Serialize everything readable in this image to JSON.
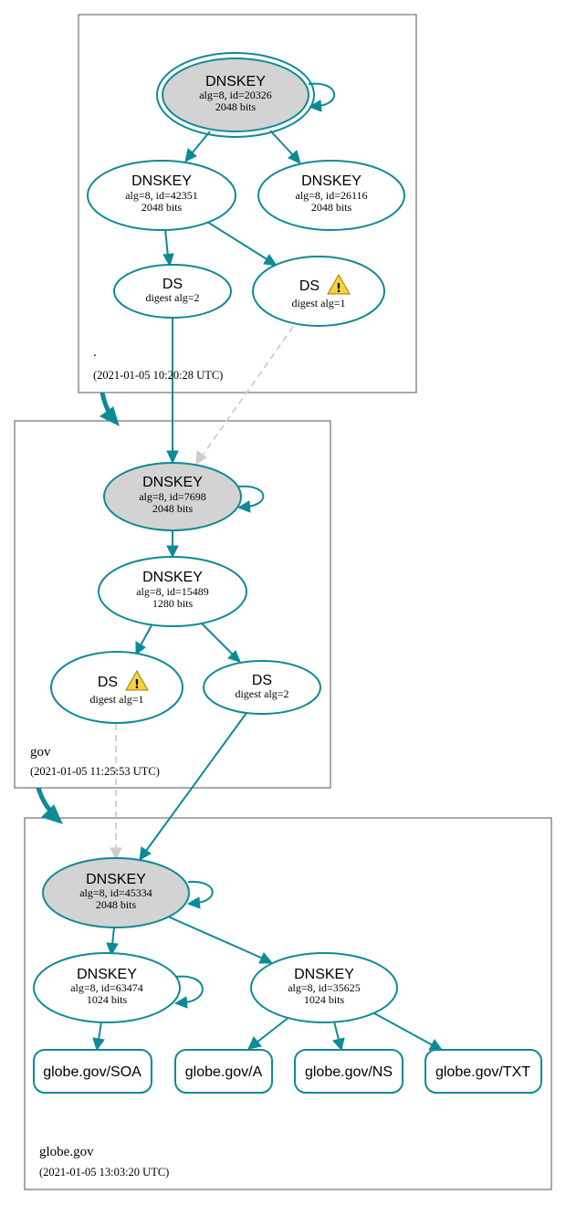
{
  "zones": {
    "root": {
      "name": ".",
      "timestamp": "(2021-01-05 10:20:28 UTC)"
    },
    "gov": {
      "name": "gov",
      "timestamp": "(2021-01-05 11:25:53 UTC)"
    },
    "globe": {
      "name": "globe.gov",
      "timestamp": "(2021-01-05 13:03:20 UTC)"
    }
  },
  "nodes": {
    "root_ksk": {
      "title": "DNSKEY",
      "line1": "alg=8, id=20326",
      "line2": "2048 bits"
    },
    "root_zsk1": {
      "title": "DNSKEY",
      "line1": "alg=8, id=42351",
      "line2": "2048 bits"
    },
    "root_zsk2": {
      "title": "DNSKEY",
      "line1": "alg=8, id=26116",
      "line2": "2048 bits"
    },
    "root_ds2": {
      "title": "DS",
      "line1": "digest alg=2"
    },
    "root_ds1": {
      "title": "DS",
      "line1": "digest alg=1"
    },
    "gov_ksk": {
      "title": "DNSKEY",
      "line1": "alg=8, id=7698",
      "line2": "2048 bits"
    },
    "gov_zsk": {
      "title": "DNSKEY",
      "line1": "alg=8, id=15489",
      "line2": "1280 bits"
    },
    "gov_ds1": {
      "title": "DS",
      "line1": "digest alg=1"
    },
    "gov_ds2": {
      "title": "DS",
      "line1": "digest alg=2"
    },
    "globe_ksk": {
      "title": "DNSKEY",
      "line1": "alg=8, id=45334",
      "line2": "2048 bits"
    },
    "globe_zsk1": {
      "title": "DNSKEY",
      "line1": "alg=8, id=63474",
      "line2": "1024 bits"
    },
    "globe_zsk2": {
      "title": "DNSKEY",
      "line1": "alg=8, id=35625",
      "line2": "1024 bits"
    }
  },
  "records": {
    "soa": "globe.gov/SOA",
    "a": "globe.gov/A",
    "ns": "globe.gov/NS",
    "txt": "globe.gov/TXT"
  },
  "warning_icon": "warning-triangle",
  "colors": {
    "edge": "#0e8a96",
    "ksk_fill": "#d3d3d3",
    "insecure_edge": "#cccccc"
  }
}
